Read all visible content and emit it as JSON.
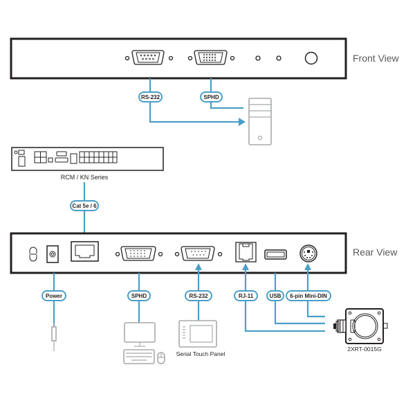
{
  "diagram": {
    "front_view_label": "Front View",
    "rear_view_label": "Rear View",
    "kvm_switch_label": "RCM / KN Series",
    "touch_panel_label": "Serial Touch Panel",
    "keyswitch_label": "2XRT-0015G",
    "front_cables": {
      "rs232": "RS-232",
      "sphd": "SPHD"
    },
    "uplink_cable": "Cat 5e / 6",
    "rear_cables": {
      "power": "Power",
      "sphd": "SPHD",
      "rs232": "RS-232",
      "rj11": "RJ-11",
      "usb": "USB",
      "minidin": "6-pin Mini-DIN"
    },
    "colors": {
      "cable": "#4a9fc7",
      "device_outline": "#231f20",
      "peripheral_outline": "#a7a9ac"
    }
  }
}
